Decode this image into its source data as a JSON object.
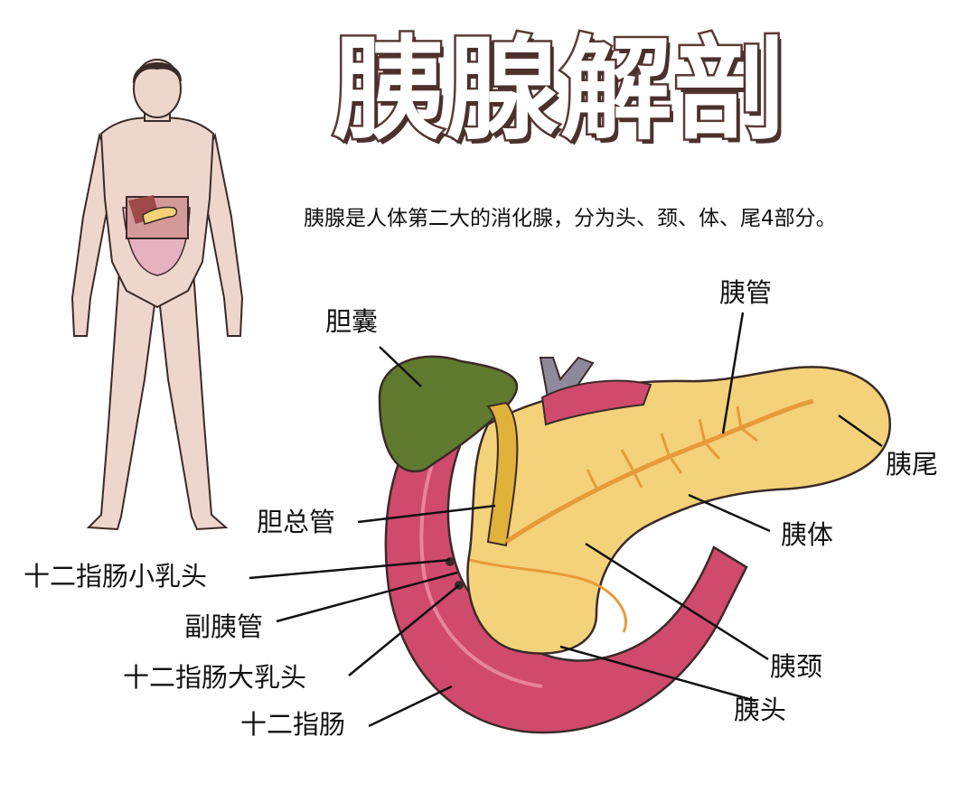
{
  "title": "胰腺解剖",
  "subtitle": "胰腺是人体第二大的消化腺，分为头、颈、体、尾4部分。",
  "labels": {
    "gallbladder": "胆囊",
    "pancreatic_duct": "胰管",
    "pancreas_tail": "胰尾",
    "common_bile_duct": "胆总管",
    "pancreas_body": "胰体",
    "minor_papilla": "十二指肠小乳头",
    "accessory_duct": "副胰管",
    "pancreas_neck": "胰颈",
    "major_papilla": "十二指肠大乳头",
    "pancreas_head": "胰头",
    "duodenum": "十二指肠"
  },
  "colors": {
    "title_outline": "#5a3a36",
    "skin": "#efd6cc",
    "pancreas": "#f3d27a",
    "duodenum": "#cf4a6c",
    "gallbladder": "#5f7a2e",
    "duct": "#e89a3a",
    "vessel": "#8e8a9c"
  }
}
